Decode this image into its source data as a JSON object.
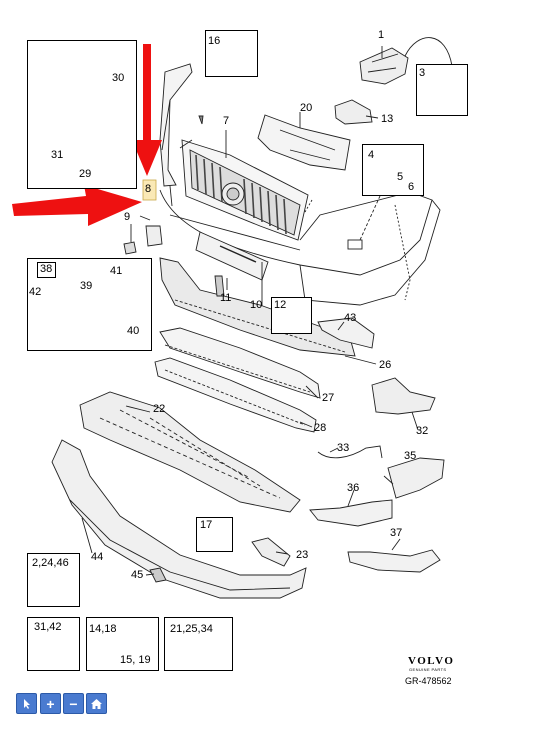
{
  "callouts": {
    "c1": "1",
    "c3": "3",
    "c4": "4",
    "c5": "5",
    "c6": "6",
    "c7": "7",
    "c8": "8",
    "c9": "9",
    "c10": "10",
    "c11": "11",
    "c12": "12",
    "c13": "13",
    "c16": "16",
    "c17": "17",
    "c20": "20",
    "c22": "22",
    "c23": "23",
    "c26": "26",
    "c27": "27",
    "c28": "28",
    "c29": "29",
    "c30": "30",
    "c31": "31",
    "c32": "32",
    "c33": "33",
    "c35": "35",
    "c36": "36",
    "c37": "37",
    "c38": "38",
    "c39": "39",
    "c40": "40",
    "c41": "41",
    "c42": "42",
    "c43": "43",
    "c44": "44",
    "c45": "45"
  },
  "kits": {
    "k_2_24_46": "2,24,46",
    "k_31_42": "31,42",
    "k_14_18": "14,18",
    "k_15_19": "15, 19",
    "k_21_25_34": "21,25,34"
  },
  "brand": {
    "name": "VOLVO",
    "sub": "GENUINE PARTS",
    "ref": "GR-478562"
  },
  "colors": {
    "arrow": "#ee1111",
    "highlight": "#f5d77a",
    "toolbar": "#4a7bd0"
  },
  "toolbar": [
    {
      "icon": "cursor-icon",
      "label": ""
    },
    {
      "icon": "plus-icon",
      "label": "+"
    },
    {
      "icon": "minus-icon",
      "label": "−"
    },
    {
      "icon": "home-icon",
      "label": ""
    }
  ]
}
